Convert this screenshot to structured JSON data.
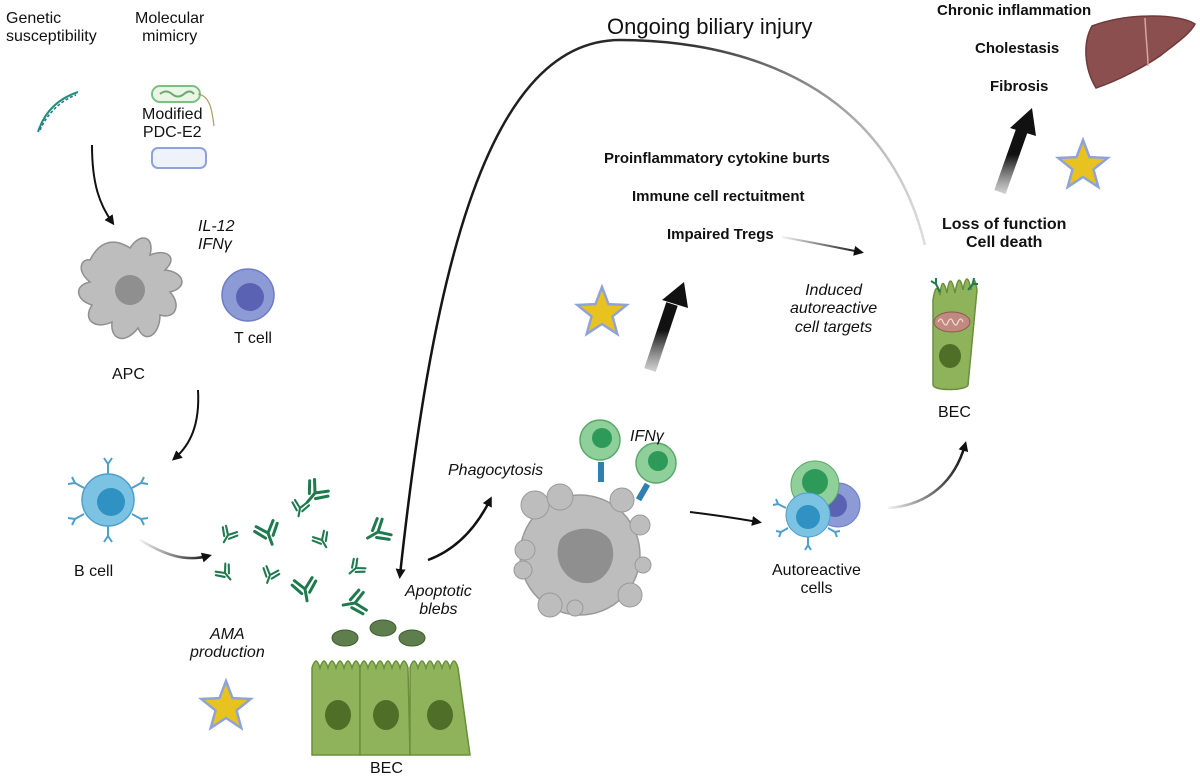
{
  "title": "Ongoing biliary injury",
  "labels": {
    "genetic": "Genetic\nsusceptibility",
    "molecular_mimicry": "Molecular\nmimicry",
    "modified_pdc": "Modified\nPDC-E2",
    "cytokines": "IL-12\nIFNγ",
    "t_cell": "T cell",
    "apc": "APC",
    "b_cell": "B cell",
    "ama_production": "AMA\nproduction",
    "bec_bottom": "BEC",
    "apoptotic_blebs": "Apoptotic\nblebs",
    "phagocytosis": "Phagocytosis",
    "ifn_gamma": "IFNγ",
    "autoreactive_cells": "Autoreactive\ncells",
    "proinflammatory": "Proinflammatory cytokine burts",
    "immune_recruitment": "Immune cell rectuitment",
    "impaired_tregs": "Impaired Tregs",
    "induced_targets": "Induced\nautoreactive\ncell targets",
    "bec_right": "BEC",
    "loss_of_function": "Loss of function\nCell death",
    "chronic_inflammation": "Chronic inflammation",
    "cholestasis": "Cholestasis",
    "fibrosis": "Fibrosis"
  },
  "icons": {
    "dna": "dna-icon",
    "bacterium": "bacterium-icon",
    "protein": "protein-block-icon",
    "apc": "dendritic-cell-icon",
    "t_cell": "t-cell-icon",
    "b_cell": "b-cell-icon",
    "antibody": "antibody-icon",
    "star": "star-icon",
    "liver": "liver-icon",
    "macrophage": "apoptotic-cell-icon",
    "bec": "biliary-epithelial-cell-icon"
  },
  "colors": {
    "star_fill": "#e8c21f",
    "star_stroke": "#8fa3d9",
    "antibody": "#1f7a4f",
    "bec_fill": "#8fb35a",
    "bec_nucleus": "#4f6e27",
    "liver": "#8c4f4f",
    "t_cell": "#8c9ad6",
    "b_cell": "#7cc3e3",
    "grey_cell": "#bdbdbd"
  }
}
